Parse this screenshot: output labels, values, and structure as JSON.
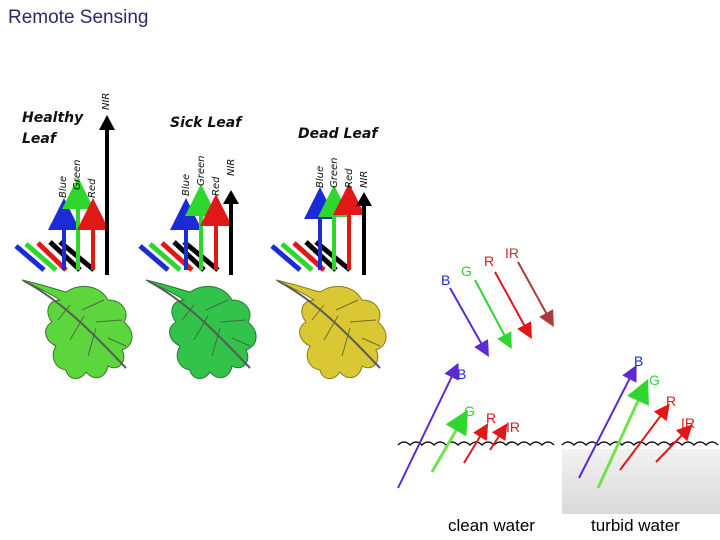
{
  "title": "Remote Sensing",
  "leaves": [
    {
      "label_line1": "Healthy",
      "label_line2": "Leaf",
      "leaf_color": "#5dd63e",
      "bands": [
        "Blue",
        "Green",
        "Red",
        "NIR"
      ]
    },
    {
      "label_line1": "Sick Leaf",
      "label_line2": "",
      "leaf_color": "#33c24a",
      "bands": [
        "Blue",
        "Green",
        "Red",
        "NIR"
      ]
    },
    {
      "label_line1": "Dead Leaf",
      "label_line2": "",
      "leaf_color": "#d9c733",
      "bands": [
        "Blue",
        "Green",
        "Red",
        "NIR"
      ]
    }
  ],
  "beam_labels": {
    "b": "B",
    "g": "G",
    "r": "R",
    "ir": "IR"
  },
  "water": {
    "clean_caption": "clean water",
    "turbid_caption": "turbid water"
  },
  "colors": {
    "blue": "#1b2bd6",
    "green": "#2ed62e",
    "red": "#e01818",
    "nir": "#000000",
    "violet": "#5a2bd0",
    "light_green": "#72e24a",
    "brown_red": "#b03a3a"
  }
}
